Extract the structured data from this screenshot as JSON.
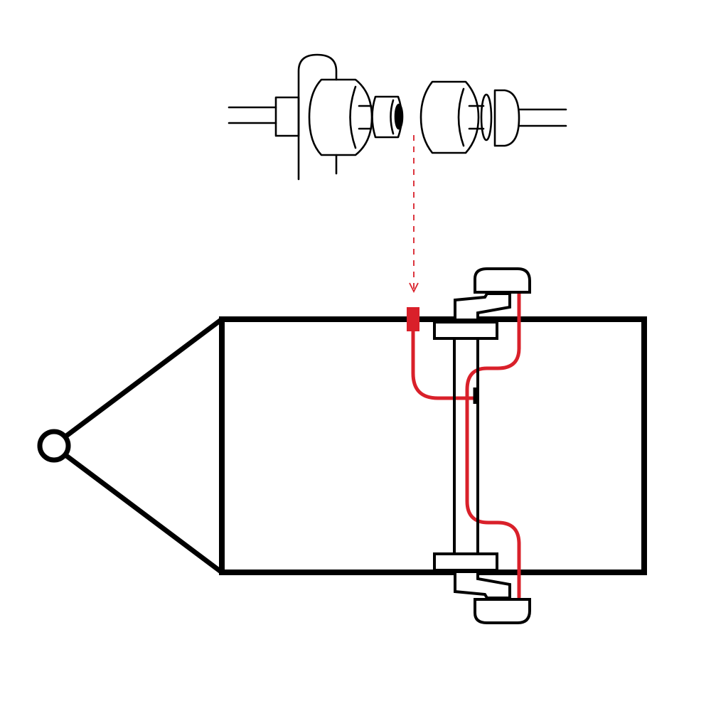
{
  "colors": {
    "line": "#000000",
    "wire": "#d9202a",
    "background": "#ffffff"
  },
  "diagram": {
    "parts": [
      "connector-detail",
      "trailer-frame",
      "hitch-coupler",
      "axle",
      "wheels",
      "wiring"
    ]
  }
}
